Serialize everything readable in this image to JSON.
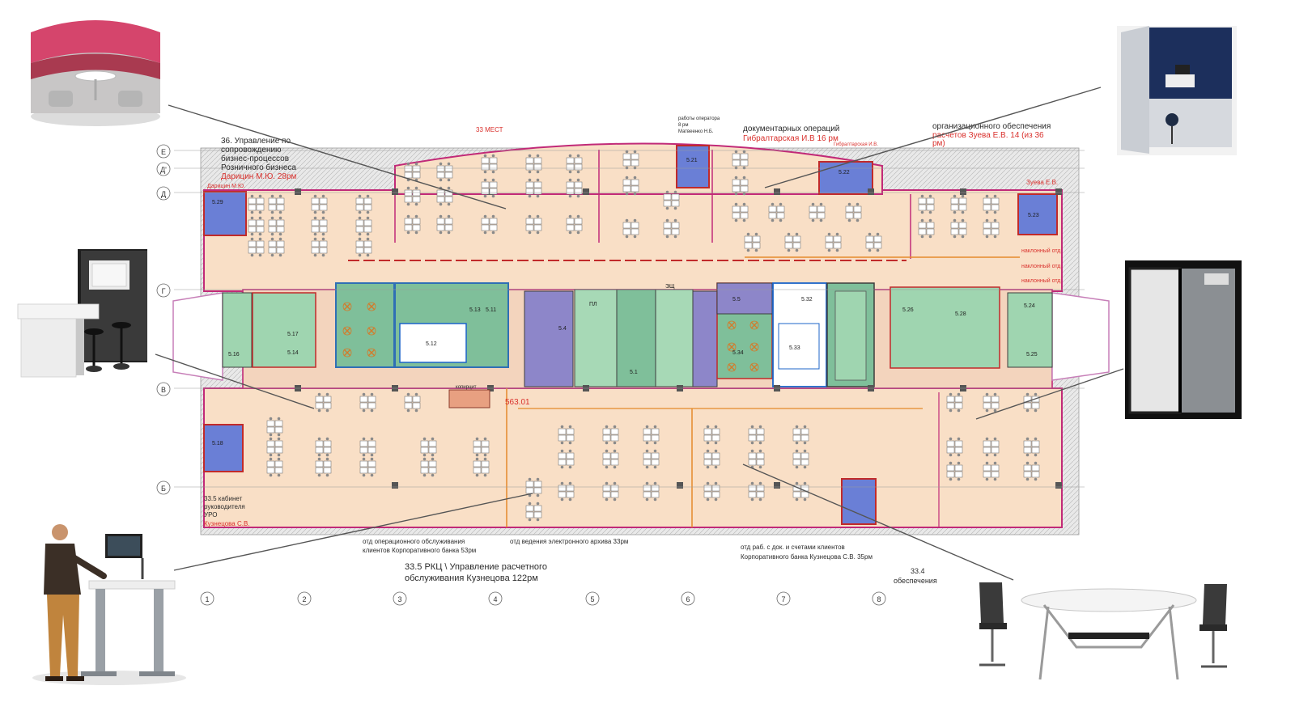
{
  "grid": {
    "columns": [
      "1",
      "2",
      "3",
      "4",
      "5",
      "6",
      "7",
      "8"
    ],
    "rows": [
      "Е",
      "Д'",
      "Д",
      "Г",
      "В",
      "Б"
    ]
  },
  "labels": {
    "upper_left": {
      "line1": "36. Управление по",
      "line2": "сопровождению",
      "line3": "бизнес-процессов",
      "line4": "Розничного бизнеса",
      "person": "Дарицин М.Ю. 28рм",
      "corner": "Дарицин М.Ю."
    },
    "top_center_seats": "33 МЕСТ",
    "top_center_small1": "работы оператора",
    "top_center_small2": "8 рм",
    "top_center_small3": "Матвеенко Н.Б.",
    "top_doc": {
      "line1": "документарных операций",
      "line2": "Гибралтарская И.В 16 рм",
      "line3": "Гибралтарская И.В."
    },
    "top_right": {
      "line1": "организационного обеспечения",
      "line2": "расчетов Зуева Е.В. 14 (из 36",
      "line3": "рм)",
      "corner": "Зуева Е.В."
    },
    "side_notes": [
      "наклонный отд",
      "наклонный отд",
      "наклонный отд"
    ],
    "center_area": "563.01",
    "kitchen": "копирцит",
    "bottom_left": {
      "line1": "33.5 кабинет",
      "line2": "руководителя",
      "line3": "УРО",
      "person": "Кузнецова С.В."
    },
    "bottom_ops": {
      "line1": "отд операционного обслуживания",
      "line2": "клиентов Корпоративного банка 53рм"
    },
    "bottom_archive": "отд ведения электронного архива 33рм",
    "bottom_center": {
      "line1": "33.5 РКЦ \\ Управление расчетного",
      "line2": "обслуживания Кузнецова 122рм"
    },
    "bottom_docs": {
      "line1": "отд раб. с док. и счетами клиентов",
      "line2": "Корпоративного банка Кузнецова С.В. 35рм"
    },
    "bottom_right": {
      "line1": "33.4",
      "line2": "обеспечения"
    }
  },
  "rooms": {
    "r5_29": "5.29",
    "r5_21": "5.21",
    "r5_22": "5.22",
    "r5_23": "5.23",
    "r5_13": "5.13",
    "r5_12": "5.12",
    "r5_11": "5.11",
    "r5_4": "5.4",
    "r5_1": "5.1",
    "r5_33": "5.33",
    "r5_34": "5.34",
    "r5_32": "5.32",
    "r5_5": "5.5",
    "r5_16": "5.16",
    "r5_17": "5.17",
    "r5_18": "5.18",
    "r5_24": "5.24",
    "r5_25": "5.25",
    "r5_26": "5.26",
    "r5_28": "5.28",
    "r5_14": "5.14",
    "pl": "ПЛ",
    "esh": "ЭЩ"
  },
  "colors": {
    "office_floor": "#f9dfc6",
    "wall": "#c12a78",
    "room_green": "#7fbf9a",
    "room_purple": "#8d86c9",
    "room_blue": "#6a7fd6",
    "desk": "#ffffff",
    "chair": "#6f6f6f",
    "label_red": "#d9302c",
    "leader_line": "#555555"
  },
  "furniture_icons": [
    "booth-sofa-icon",
    "high-back-booth-icon",
    "standing-desk-booth-icon",
    "phone-pod-icon",
    "standing-desk-person-icon",
    "meeting-table-icon"
  ]
}
